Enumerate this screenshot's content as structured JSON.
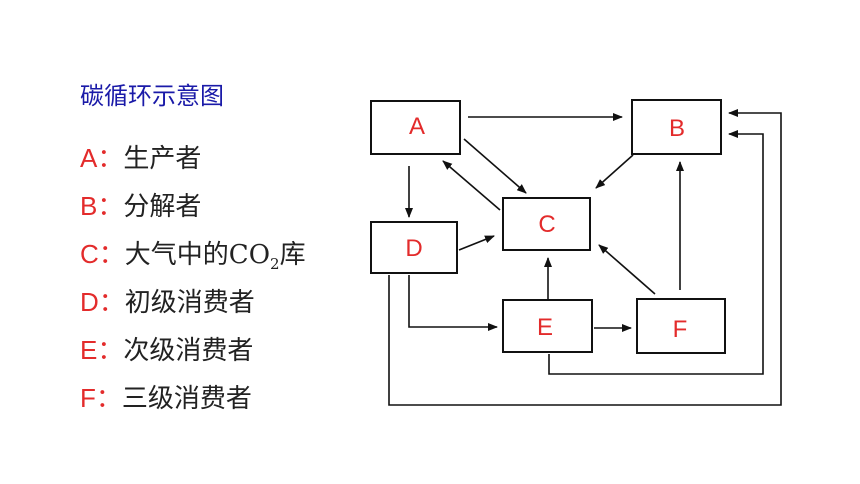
{
  "title": "碳循环示意图",
  "legend": [
    {
      "key": "A",
      "sep": "：",
      "desc": "生产者"
    },
    {
      "key": "B",
      "sep": "：",
      "desc": "分解者"
    },
    {
      "key": "C",
      "sep": "：",
      "desc": "大气中的CO",
      "sub": "2",
      "after": "库"
    },
    {
      "key": "D",
      "sep": "：",
      "desc": "初级消费者"
    },
    {
      "key": "E",
      "sep": "：",
      "desc": "次级消费者"
    },
    {
      "key": "F",
      "sep": "：",
      "desc": "三级消费者"
    }
  ],
  "nodes": [
    {
      "id": "A",
      "label": "A"
    },
    {
      "id": "B",
      "label": "B"
    },
    {
      "id": "C",
      "label": "C"
    },
    {
      "id": "D",
      "label": "D"
    },
    {
      "id": "E",
      "label": "E"
    },
    {
      "id": "F",
      "label": "F"
    }
  ],
  "edges": [
    {
      "from": "A",
      "to": "B"
    },
    {
      "from": "A",
      "to": "C"
    },
    {
      "from": "C",
      "to": "A"
    },
    {
      "from": "A",
      "to": "D"
    },
    {
      "from": "B",
      "to": "C"
    },
    {
      "from": "D",
      "to": "C"
    },
    {
      "from": "D",
      "to": "E"
    },
    {
      "from": "E",
      "to": "C"
    },
    {
      "from": "E",
      "to": "F"
    },
    {
      "from": "F",
      "to": "C"
    },
    {
      "from": "F",
      "to": "B"
    },
    {
      "from": "E",
      "to": "B"
    },
    {
      "from": "D",
      "to": "B"
    }
  ],
  "colors": {
    "label": "#e32b2b",
    "title": "#1a1aa8",
    "text": "#222222",
    "line": "#111111"
  }
}
